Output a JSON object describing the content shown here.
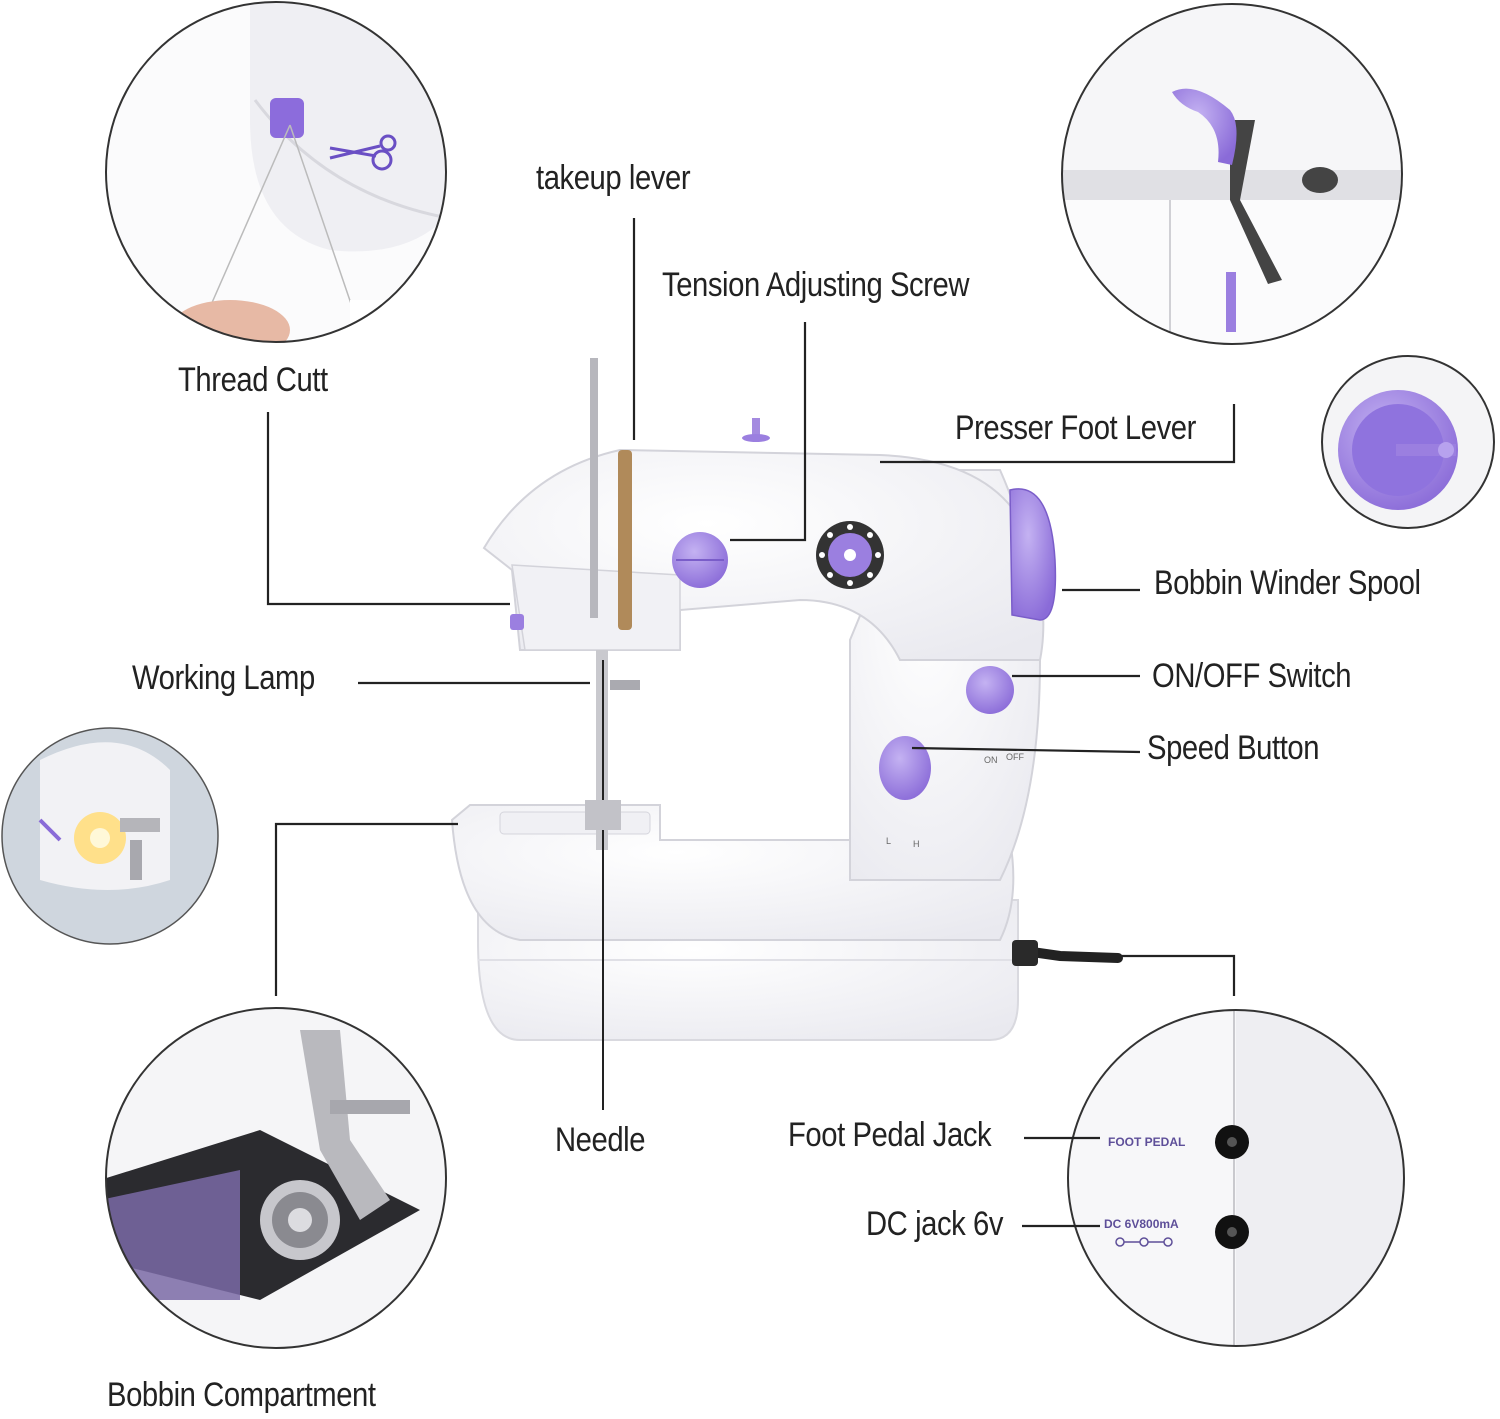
{
  "labels": {
    "takeup_lever": "takeup  lever",
    "tension_screw": "Tension Adjusting Screw",
    "thread_cutt": "Thread Cutt",
    "presser_foot_lever": "Presser Foot Lever",
    "bobbin_winder_spool": "Bobbin Winder Spool",
    "working_lamp": "Working Lamp",
    "on_off_switch": "ON/OFF Switch",
    "speed_button": "Speed Button",
    "needle": "Needle",
    "foot_pedal_jack": "Foot Pedal Jack",
    "dc_jack": "DC jack 6v",
    "bobbin_compartment": "Bobbin Compartment"
  },
  "panel_text": {
    "foot_pedal": "FOOT PEDAL",
    "dc_rating": "DC  6V800mA",
    "switch_on": "ON",
    "switch_off": "OFF",
    "speed_low": "L",
    "speed_high": "H"
  },
  "colors": {
    "accent_purple": "#9b7fe0",
    "dark_purple": "#6f4fc7",
    "leader_line": "#222222",
    "body_white": "#f8f8fb"
  }
}
